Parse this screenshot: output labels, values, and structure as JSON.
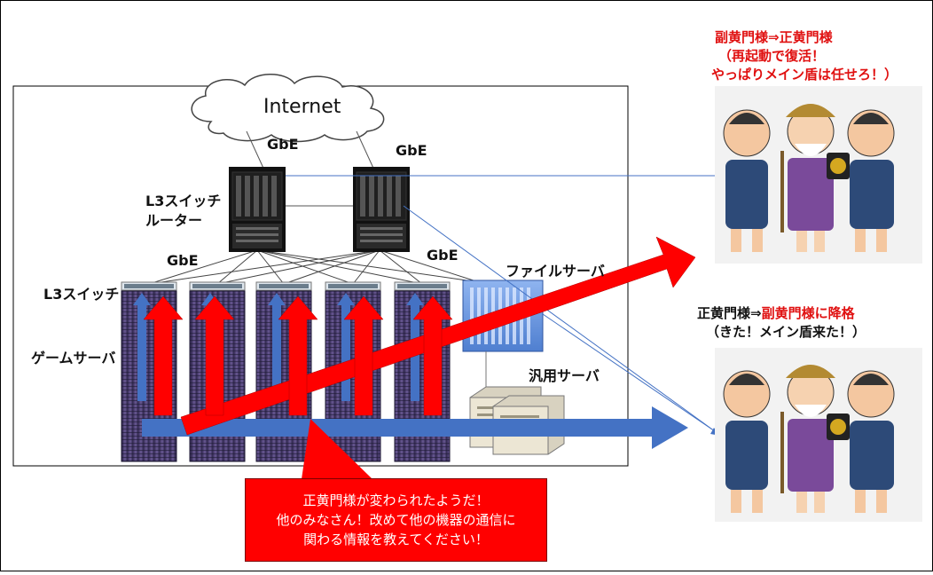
{
  "network": {
    "internet": "Internet",
    "gbe_top_left": "GbE",
    "gbe_top_right": "GbE",
    "gbe_mid_left": "GbE",
    "gbe_mid_right": "GbE",
    "l3_router_line1": "L3スイッチ",
    "l3_router_line2": "ルーター",
    "l3_switch": "L3スイッチ",
    "game_server": "ゲームサーバ",
    "file_server": "ファイルサーバ",
    "general_server": "汎用サーバ"
  },
  "notice": {
    "line1": "正黄門様が変わられたようだ！",
    "line2": "他のみなさん！改めて他の機器の通信に",
    "line3": "関わる情報を教えてください！"
  },
  "caption_top": {
    "line1": "副黄門様⇒正黄門様",
    "line2": "（再起動で復活！",
    "line3": "やっぱりメイン盾は任せろ！）"
  },
  "caption_bottom": {
    "line1_a": "正黄門様⇒",
    "line1_b": "副黄門様に降格",
    "line2": "（きた！メイン盾来た！）"
  },
  "colors": {
    "red_arrow": "#ff0000",
    "blue_arrow": "#4472c4",
    "caption_red": "#e01010"
  }
}
